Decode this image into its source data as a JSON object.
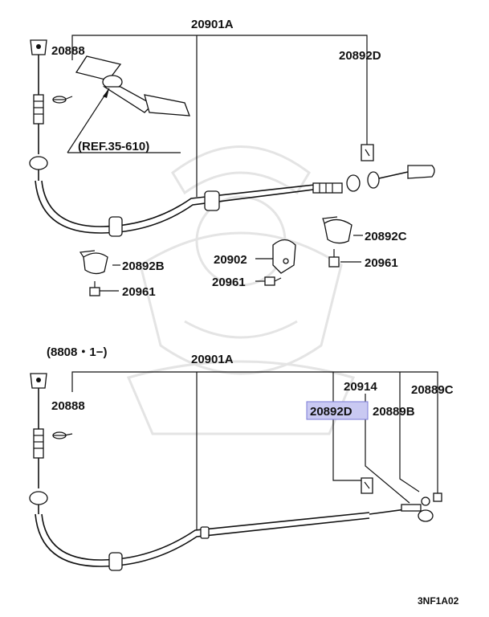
{
  "top": {
    "assembly": "20901A",
    "ref_note": "(REF.35-610)",
    "labels": {
      "p20888": "20888",
      "p20892D": "20892D",
      "p20892C": "20892C",
      "p20961_right": "20961",
      "p20892B": "20892B",
      "p20961_left": "20961",
      "p20902": "20902",
      "p20961_mid": "20961"
    }
  },
  "bottom": {
    "serial_note": "(8808・1−)",
    "assembly": "20901A",
    "labels": {
      "p20888": "20888",
      "p20914": "20914",
      "p20889C": "20889C",
      "p20892D": "20892D",
      "p20889B": "20889B"
    },
    "highlighted_part": "20892D",
    "highlight_color": "#c9c9f2"
  },
  "diagram_code": "3NF1A02"
}
